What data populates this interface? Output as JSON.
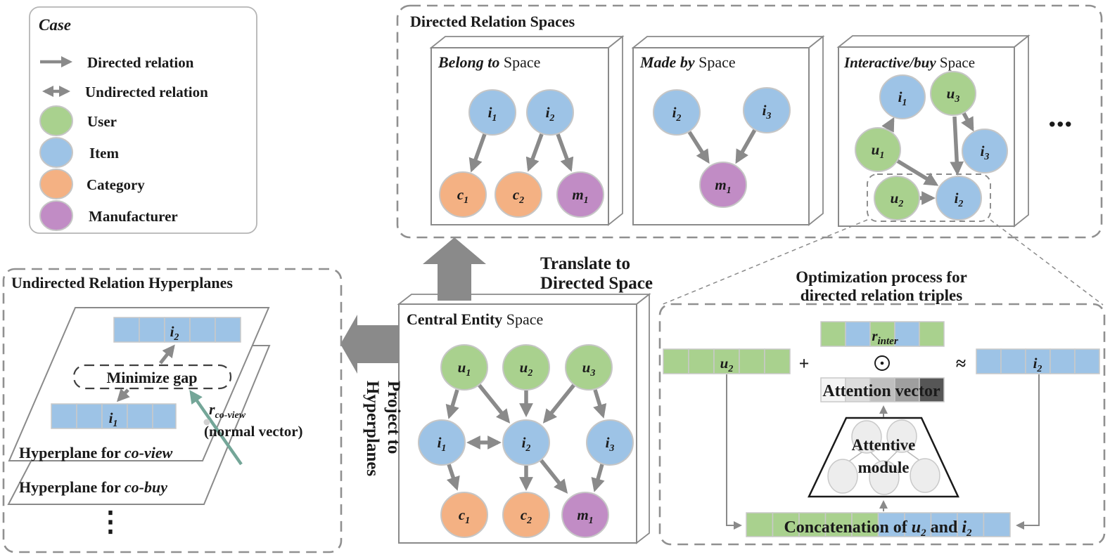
{
  "colors": {
    "user_green": "#a9d18e",
    "item_blue": "#9dc3e6",
    "category_orange": "#f4b183",
    "manufacturer_purple": "#c18cc5",
    "arrow_gray": "#8a8a8a",
    "normal_vector_teal": "#74a698",
    "attention_gradient": [
      "#f4f4f4",
      "#dddddd",
      "#bfbfbf",
      "#9f9f9f",
      "#565656"
    ],
    "text_black": "#1a1a1a"
  },
  "legend": {
    "title": "Case",
    "items": [
      {
        "label": "Directed relation",
        "symbol": "directed-arrow"
      },
      {
        "label": "Undirected relation",
        "symbol": "undirected-arrow"
      },
      {
        "label": "User",
        "symbol": "user-circle"
      },
      {
        "label": "Item",
        "symbol": "item-circle"
      },
      {
        "label": "Category",
        "symbol": "category-circle"
      },
      {
        "label": "Manufacturer",
        "symbol": "manufacturer-circle"
      }
    ]
  },
  "directed_spaces": {
    "title": "Directed Relation Spaces",
    "ellipsis": "...",
    "belong": {
      "name": "Belong to",
      "suffix": " Space",
      "i1": {
        "b": "i",
        "s": "1"
      },
      "i2": {
        "b": "i",
        "s": "2"
      },
      "c1": {
        "b": "c",
        "s": "1"
      },
      "c2": {
        "b": "c",
        "s": "2"
      },
      "m1": {
        "b": "m",
        "s": "1"
      }
    },
    "made": {
      "name": "Made by",
      "suffix": " Space",
      "i2": {
        "b": "i",
        "s": "2"
      },
      "i3": {
        "b": "i",
        "s": "3"
      },
      "m1": {
        "b": "m",
        "s": "1"
      }
    },
    "interactive": {
      "name": "Interactive/buy",
      "suffix": " Space",
      "i1": {
        "b": "i",
        "s": "1"
      },
      "u3": {
        "b": "u",
        "s": "3"
      },
      "u1": {
        "b": "u",
        "s": "1"
      },
      "i3": {
        "b": "i",
        "s": "3"
      },
      "u2": {
        "b": "u",
        "s": "2"
      },
      "i2": {
        "b": "i",
        "s": "2"
      }
    }
  },
  "central": {
    "name": "Central Entity",
    "suffix": " Space",
    "u1": {
      "b": "u",
      "s": "1"
    },
    "u2": {
      "b": "u",
      "s": "2"
    },
    "u3": {
      "b": "u",
      "s": "3"
    },
    "i1": {
      "b": "i",
      "s": "1"
    },
    "i2": {
      "b": "i",
      "s": "2"
    },
    "i3": {
      "b": "i",
      "s": "3"
    },
    "c1": {
      "b": "c",
      "s": "1"
    },
    "c2": {
      "b": "c",
      "s": "2"
    },
    "m1": {
      "b": "m",
      "s": "1"
    }
  },
  "flow": {
    "translate_line1": "Translate to",
    "translate_line2": "Directed Space",
    "project_line1": "Project to",
    "project_line2": "Hyperplanes"
  },
  "hyperplanes": {
    "title": "Undirected Relation Hyperplanes",
    "minimize_gap": "Minimize gap",
    "vec_i2": {
      "b": "i",
      "s": "2"
    },
    "vec_i1": {
      "b": "i",
      "s": "1"
    },
    "coview_prefix": "Hyperplane for ",
    "coview": "co-view",
    "cobuy_prefix": "Hyperplane for ",
    "cobuy": "co-buy",
    "normal_vector": {
      "b": "r",
      "s": "co-view"
    },
    "normal_vector_note": "(normal vector)",
    "ellipsis": "⋮"
  },
  "optimization": {
    "title_line1": "Optimization process for",
    "title_line2": "directed relation triples",
    "u2": {
      "b": "u",
      "s": "2"
    },
    "r_inter": {
      "b": "r",
      "s": "inter"
    },
    "i2": {
      "b": "i",
      "s": "2"
    },
    "plus": "+",
    "odot": "⊙",
    "approx": "≈",
    "attention_label": "Attention vector",
    "attentive_line1": "Attentive",
    "attentive_line2": "module",
    "concat_prefix": "Concatenation of ",
    "concat_u": {
      "b": "u",
      "s": "2"
    },
    "concat_and": " and ",
    "concat_i": {
      "b": "i",
      "s": "2"
    }
  }
}
